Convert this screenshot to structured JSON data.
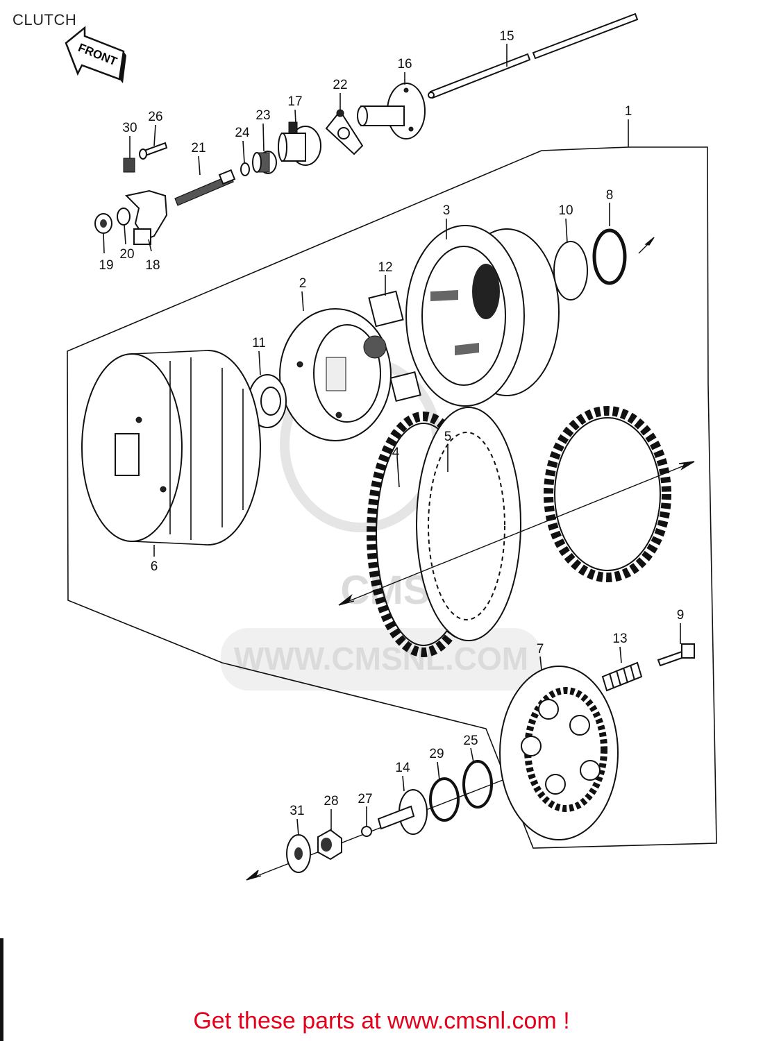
{
  "header": {
    "title": "CLUTCH"
  },
  "front_arrow": {
    "label": "FRONT"
  },
  "watermark": {
    "text": "WWW.CMSNL.COM",
    "logo_text": "CMS"
  },
  "footer": {
    "text": "Get these parts at www.cmsnl.com !"
  },
  "callouts": {
    "p1": "1",
    "p2": "2",
    "p3": "3",
    "p4": "4",
    "p5": "5",
    "p6": "6",
    "p7": "7",
    "p8": "8",
    "p9": "9",
    "p10": "10",
    "p11": "11",
    "p12": "12",
    "p13": "13",
    "p14": "14",
    "p15": "15",
    "p16": "16",
    "p17": "17",
    "p18": "18",
    "p19": "19",
    "p20": "20",
    "p21": "21",
    "p22": "22",
    "p23": "23",
    "p24": "24",
    "p25": "25",
    "p26": "26",
    "p27": "27",
    "p28": "28",
    "p29": "29",
    "p30": "30",
    "p31": "31"
  }
}
